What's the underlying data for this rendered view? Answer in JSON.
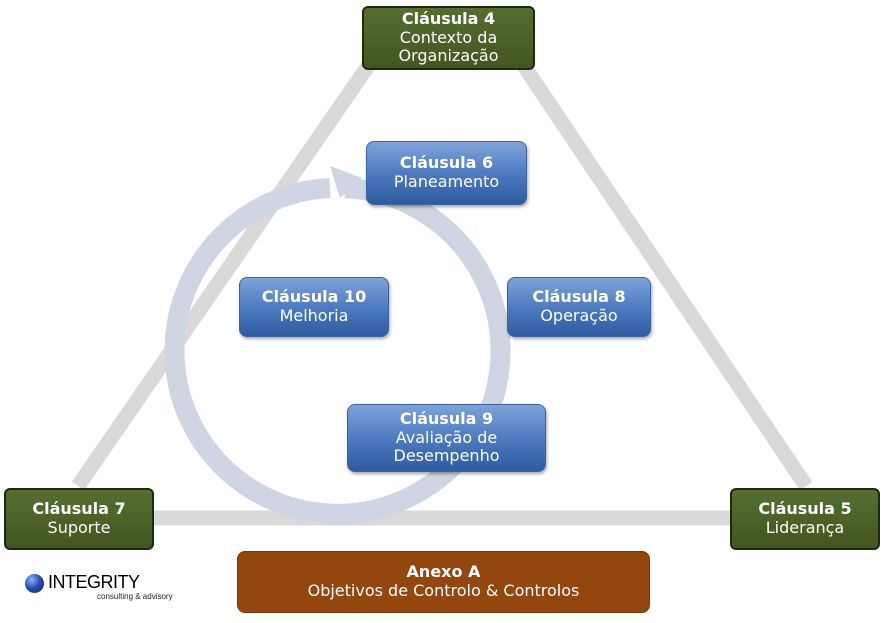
{
  "nodes": {
    "c4": {
      "title": "Cláusula 4",
      "line1": "Contexto da",
      "line2": "Organização"
    },
    "c5": {
      "title": "Cláusula 5",
      "line1": "Liderança"
    },
    "c6": {
      "title": "Cláusula 6",
      "line1": "Planeamento"
    },
    "c7": {
      "title": "Cláusula 7",
      "line1": "Suporte"
    },
    "c8": {
      "title": "Cláusula 8",
      "line1": "Operação"
    },
    "c9": {
      "title": "Cláusula 9",
      "line1": "Avaliação de",
      "line2": "Desempenho"
    },
    "c10": {
      "title": "Cláusula 10",
      "line1": "Melhoria"
    },
    "annex": {
      "title": "Anexo A",
      "line1": "Objetivos de Controlo & Controlos"
    }
  },
  "logo": {
    "name": "INTEGRITY",
    "tagline": "consulting & advisory"
  },
  "colors": {
    "green": "#4b6128",
    "blue": "#4a78be",
    "brown": "#94460f",
    "connector": "#d9d9d9",
    "cycle": "#cfd5e2"
  },
  "icons": [
    "cycle-arrow",
    "logo-orb-icon"
  ]
}
